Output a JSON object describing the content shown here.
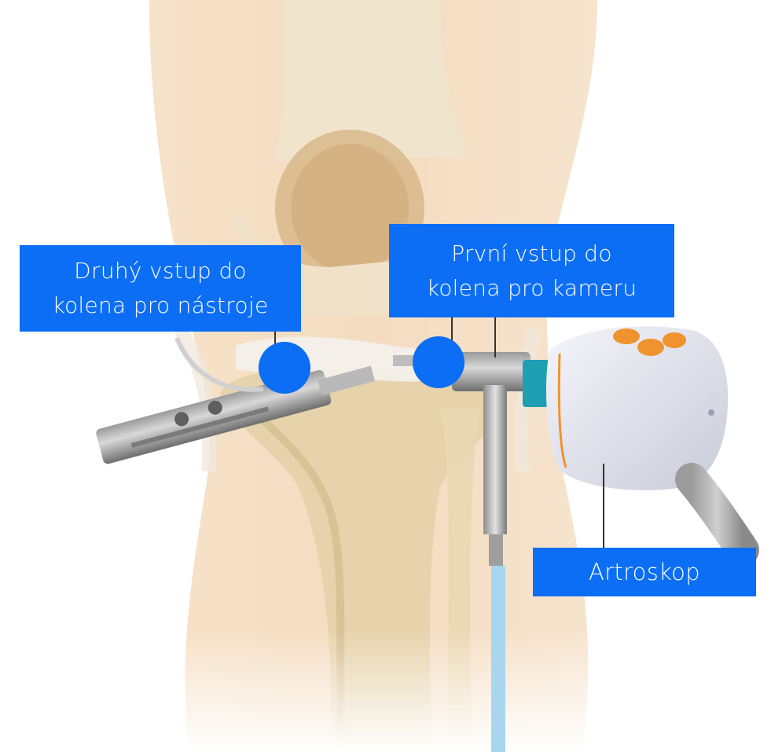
{
  "labels": {
    "second_portal": {
      "line1": "Druhý vstup do",
      "line2": "kolena pro nástroje"
    },
    "first_portal": {
      "line1": "První vstup do",
      "line2": "kolena pro kameru"
    },
    "arthroscope": "Artroskop"
  },
  "colors": {
    "callout": "#0c6ef5",
    "marker": "#0c6ef5",
    "bone": "#ead9b5",
    "skin": "#f3ddc4",
    "camera_body": "#e8e9f2",
    "camera_accent": "#f0922e",
    "fluid_tube": "#a8d6ee"
  }
}
